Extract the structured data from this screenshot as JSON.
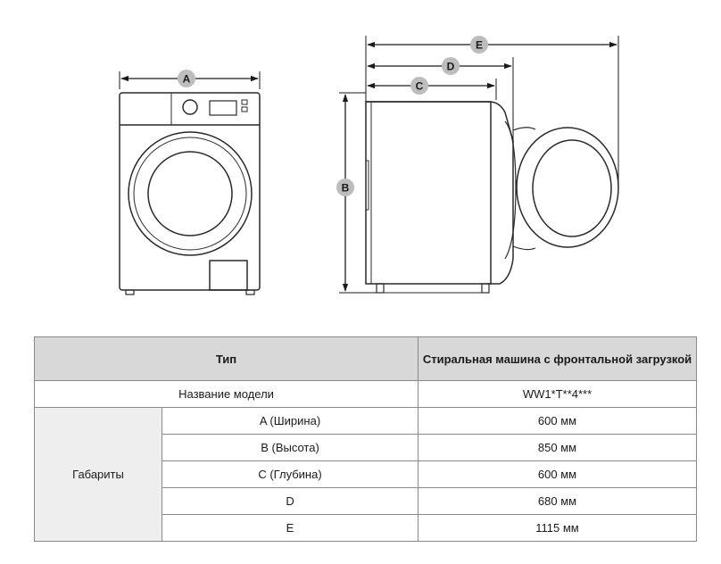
{
  "diagram": {
    "labels": {
      "a": "A",
      "b": "B",
      "c": "C",
      "d": "D",
      "e": "E"
    }
  },
  "table": {
    "header": {
      "type_label": "Тип",
      "type_value": "Стиральная машина с фронтальной загрузкой"
    },
    "model": {
      "label": "Название модели",
      "value": "WW1*T**4***"
    },
    "dimensions": {
      "group_label": "Габариты",
      "rows": [
        {
          "label": "A (Ширина)",
          "value": "600 мм"
        },
        {
          "label": "B (Высота)",
          "value": "850 мм"
        },
        {
          "label": "C (Глубина)",
          "value": "600 мм"
        },
        {
          "label": "D",
          "value": "680 мм"
        },
        {
          "label": "E",
          "value": "1115 мм"
        }
      ]
    }
  }
}
